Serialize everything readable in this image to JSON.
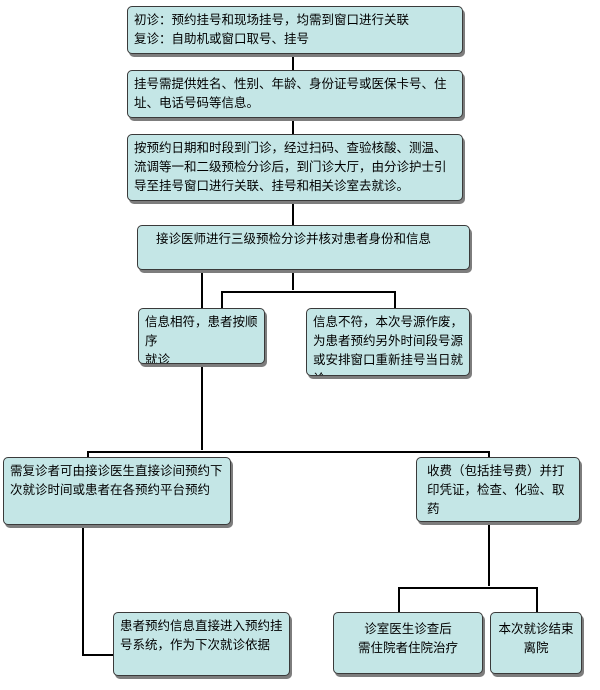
{
  "nodes": {
    "n1": "初诊：预约挂号和现场挂号，均需到窗口进行关联\n复诊：自助机或窗口取号、挂号",
    "n2": "挂号需提供姓名、性别、年龄、身份证号或医保卡号、住址、电话号码等信息。",
    "n3": "按预约日期和时段到门诊，经过扫码、查验核酸、测温、流调等一和二级预检分诊后，到门诊大厅，由分诊护士引导至挂号窗口进行关联、挂号和相关诊室去就诊。",
    "n4": "接诊医师进行三级预检分诊并核对患者身份和信息",
    "n5": "信息相符，患者按顺序\n就诊",
    "n6": "信息不符，本次号源作废，为患者预约另外时间段号源或安排窗口重新挂号当日就诊",
    "n7": "需复诊者可由接诊医生直接诊间预约下次就诊时间或患者在各预约平台预约",
    "n8": "收费（包括挂号费）并打印凭证，检查、化验、取药",
    "n9": "患者预约信息直接进入预约挂号系统，作为下次就诊依据",
    "n10": "诊室医生诊查后\n需住院者住院治疗",
    "n11": "本次就诊结束\n离院"
  }
}
